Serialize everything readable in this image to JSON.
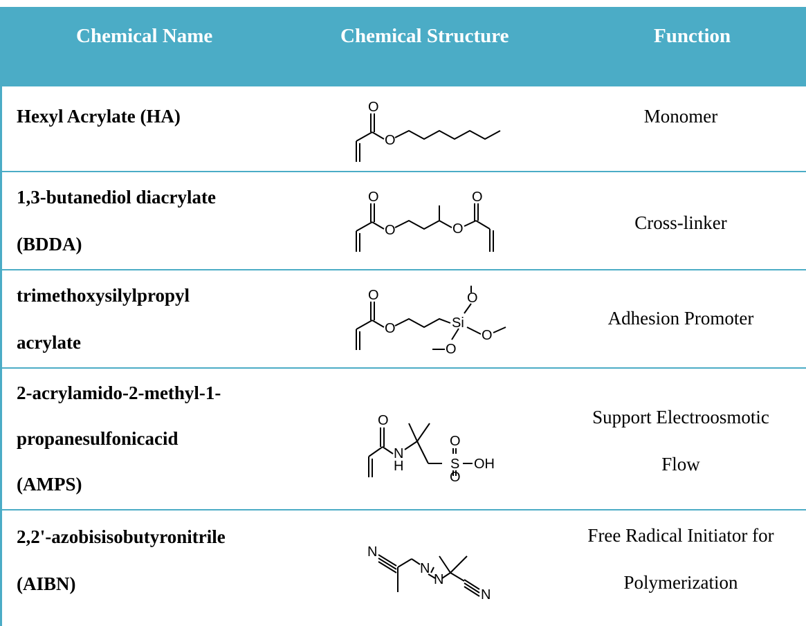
{
  "header": {
    "col_name": "Chemical Name",
    "col_structure": "Chemical Structure",
    "col_function": "Function"
  },
  "rows": [
    {
      "name_lines": [
        "Hexyl Acrylate (HA)"
      ],
      "function_lines": [
        "Monomer"
      ],
      "structure_atoms": [
        "O",
        "O"
      ]
    },
    {
      "name_lines": [
        "1,3-butanediol diacrylate",
        "(BDDA)"
      ],
      "function_lines": [
        "Cross-linker"
      ],
      "structure_atoms": [
        "O",
        "O",
        "O",
        "O"
      ]
    },
    {
      "name_lines": [
        "trimethoxysilylpropyl",
        "acrylate"
      ],
      "function_lines": [
        "Adhesion Promoter"
      ],
      "structure_atoms": [
        "O",
        "O",
        "Si",
        "O",
        "O",
        "O"
      ]
    },
    {
      "name_lines": [
        "2-acrylamido-2-methyl-1-",
        "propanesulfonicacid",
        "(AMPS)"
      ],
      "function_lines": [
        "Support Electroosmotic",
        "Flow"
      ],
      "structure_atoms": [
        "O",
        "N",
        "H",
        "O",
        "S",
        "OH",
        "O"
      ]
    },
    {
      "name_lines": [
        "2,2'-azobisisobutyronitrile",
        "(AIBN)"
      ],
      "function_lines": [
        "Free Radical Initiator for",
        "Polymerization"
      ],
      "structure_atoms": [
        "N",
        "N",
        "N",
        "N"
      ]
    }
  ],
  "colors": {
    "header_bg": "#4bacc6",
    "header_text": "#ffffff",
    "border": "#4bacc6"
  }
}
